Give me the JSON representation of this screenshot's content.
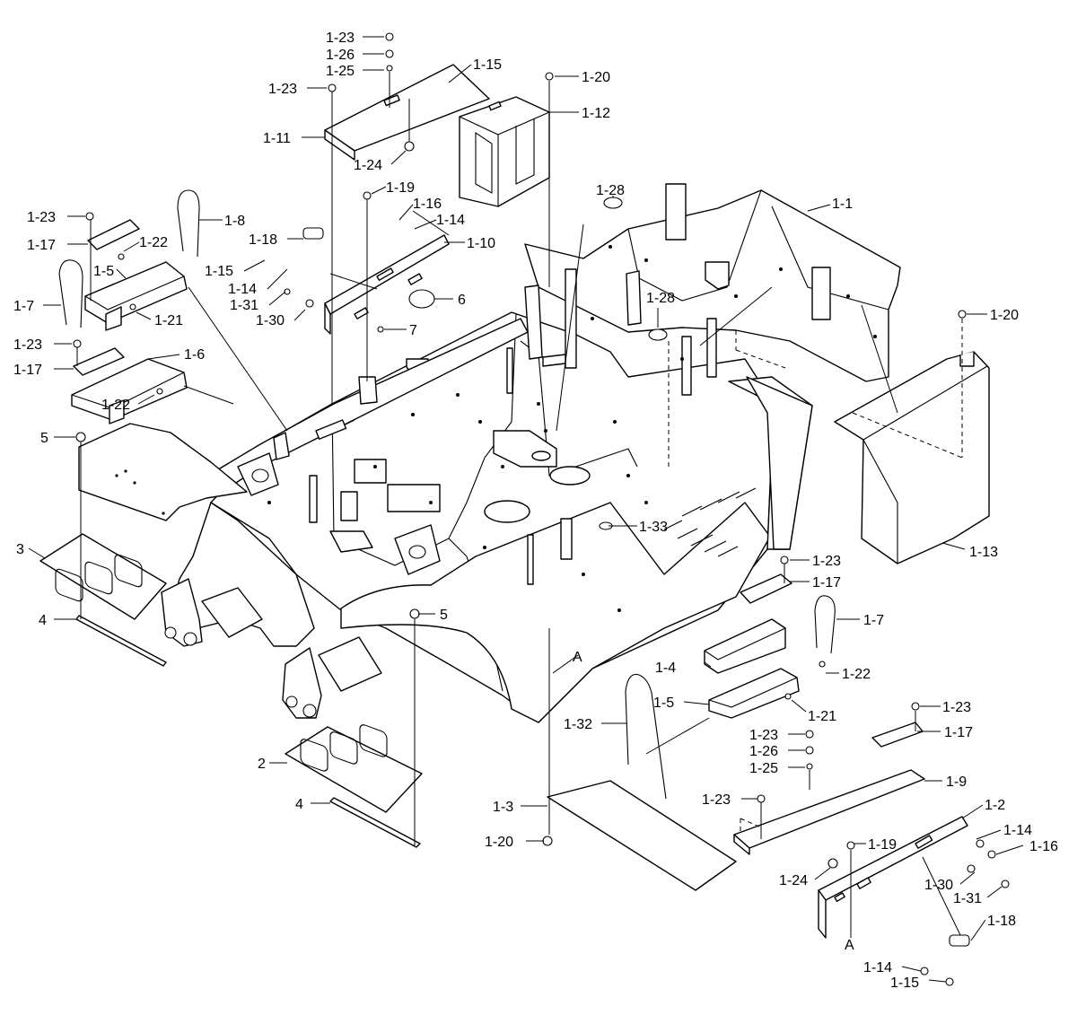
{
  "diagram": {
    "type": "exploded-parts-view",
    "colors": {
      "line": "#000000",
      "background": "#ffffff"
    },
    "callouts": [
      {
        "id": "c01",
        "label": "1-23"
      },
      {
        "id": "c02",
        "label": "1-26"
      },
      {
        "id": "c03",
        "label": "1-25"
      },
      {
        "id": "c04",
        "label": "1-15"
      },
      {
        "id": "c05",
        "label": "1-23"
      },
      {
        "id": "c06",
        "label": "1-20"
      },
      {
        "id": "c07",
        "label": "1-12"
      },
      {
        "id": "c08",
        "label": "1-11"
      },
      {
        "id": "c09",
        "label": "1-24"
      },
      {
        "id": "c10",
        "label": "1-19"
      },
      {
        "id": "c11",
        "label": "1-28"
      },
      {
        "id": "c12",
        "label": "1-16"
      },
      {
        "id": "c13",
        "label": "1-14"
      },
      {
        "id": "c14",
        "label": "1-1"
      },
      {
        "id": "c15",
        "label": "1-23"
      },
      {
        "id": "c16",
        "label": "1-8"
      },
      {
        "id": "c17",
        "label": "1-17"
      },
      {
        "id": "c18",
        "label": "1-22"
      },
      {
        "id": "c19",
        "label": "1-18"
      },
      {
        "id": "c20",
        "label": "1-10"
      },
      {
        "id": "c21",
        "label": "1-15"
      },
      {
        "id": "c22",
        "label": "1-5"
      },
      {
        "id": "c23",
        "label": "1-14"
      },
      {
        "id": "c24",
        "label": "1-7"
      },
      {
        "id": "c25",
        "label": "1-31"
      },
      {
        "id": "c26",
        "label": "6"
      },
      {
        "id": "c27",
        "label": "1-28"
      },
      {
        "id": "c28",
        "label": "1-30"
      },
      {
        "id": "c29",
        "label": "1-21"
      },
      {
        "id": "c30",
        "label": "7"
      },
      {
        "id": "c31",
        "label": "1-20"
      },
      {
        "id": "c32",
        "label": "1-23"
      },
      {
        "id": "c33",
        "label": "1-6"
      },
      {
        "id": "c34",
        "label": "1-17"
      },
      {
        "id": "c35",
        "label": "1-22"
      },
      {
        "id": "c36",
        "label": "5"
      },
      {
        "id": "c37",
        "label": "3"
      },
      {
        "id": "c38",
        "label": "1-33"
      },
      {
        "id": "c39",
        "label": "1-13"
      },
      {
        "id": "c40",
        "label": "1-23"
      },
      {
        "id": "c41",
        "label": "1-17"
      },
      {
        "id": "c42",
        "label": "5"
      },
      {
        "id": "c43",
        "label": "4"
      },
      {
        "id": "c44",
        "label": "1-7"
      },
      {
        "id": "c45",
        "label": "A"
      },
      {
        "id": "c46",
        "label": "1-4"
      },
      {
        "id": "c47",
        "label": "1-22"
      },
      {
        "id": "c48",
        "label": "1-5"
      },
      {
        "id": "c49",
        "label": "1-21"
      },
      {
        "id": "c50",
        "label": "1-23"
      },
      {
        "id": "c51",
        "label": "1-32"
      },
      {
        "id": "c52",
        "label": "1-23"
      },
      {
        "id": "c53",
        "label": "1-17"
      },
      {
        "id": "c54",
        "label": "1-26"
      },
      {
        "id": "c55",
        "label": "2"
      },
      {
        "id": "c56",
        "label": "1-25"
      },
      {
        "id": "c57",
        "label": "1-9"
      },
      {
        "id": "c58",
        "label": "4"
      },
      {
        "id": "c59",
        "label": "1-23"
      },
      {
        "id": "c60",
        "label": "1-3"
      },
      {
        "id": "c61",
        "label": "1-2"
      },
      {
        "id": "c62",
        "label": "1-14"
      },
      {
        "id": "c63",
        "label": "1-20"
      },
      {
        "id": "c64",
        "label": "1-19"
      },
      {
        "id": "c65",
        "label": "1-16"
      },
      {
        "id": "c66",
        "label": "1-24"
      },
      {
        "id": "c67",
        "label": "1-30"
      },
      {
        "id": "c68",
        "label": "1-31"
      },
      {
        "id": "c69",
        "label": "1-18"
      },
      {
        "id": "c70",
        "label": "A"
      },
      {
        "id": "c71",
        "label": "1-14"
      },
      {
        "id": "c72",
        "label": "1-15"
      }
    ]
  }
}
